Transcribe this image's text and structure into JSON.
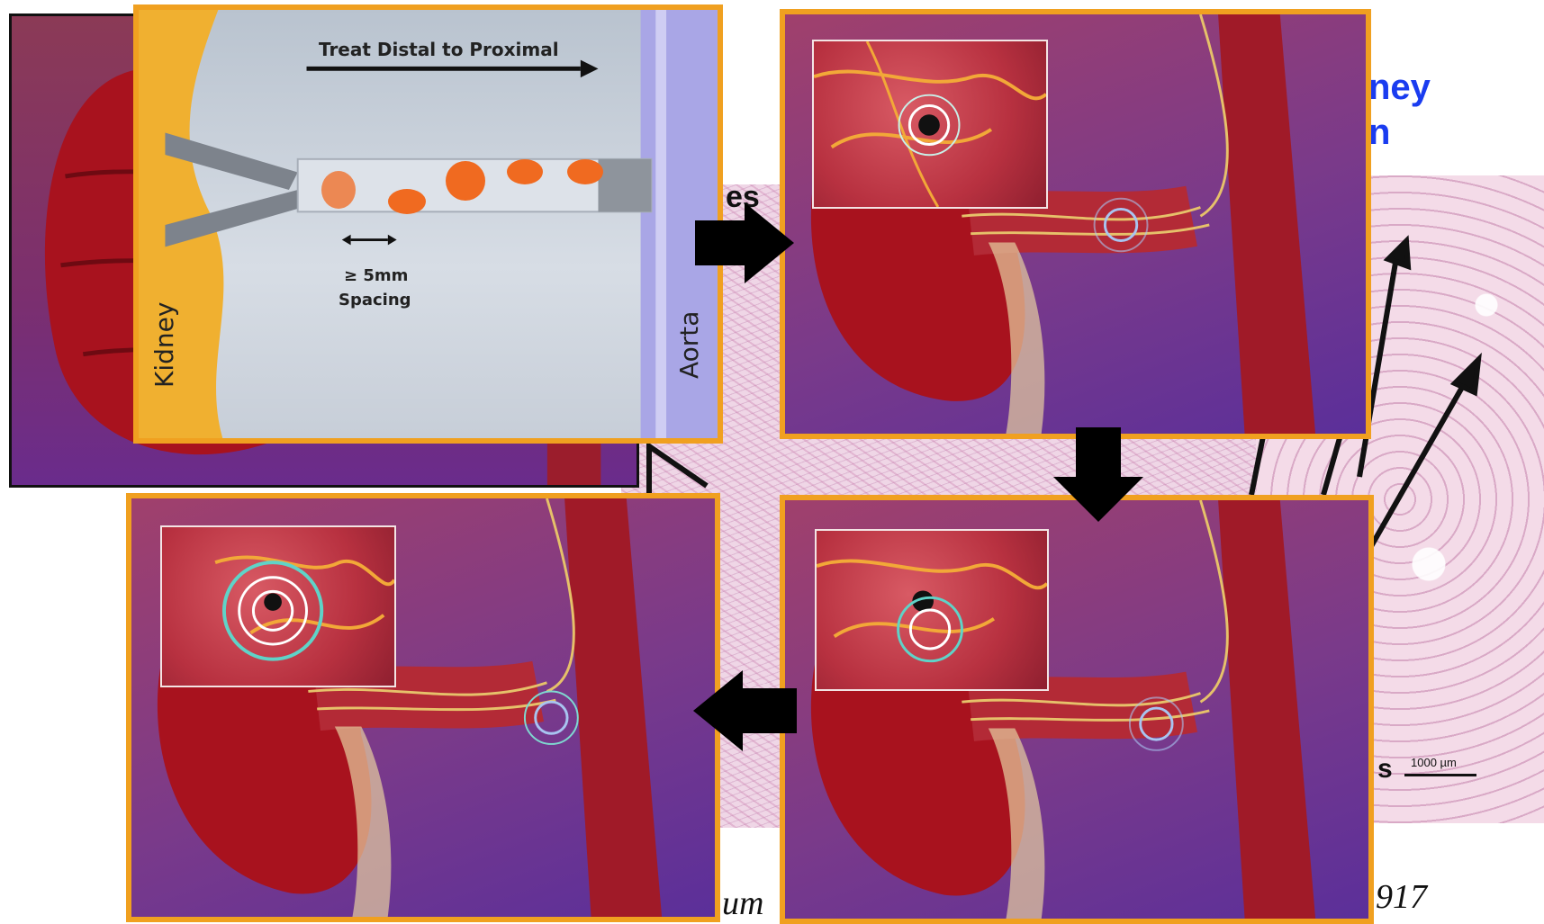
{
  "background": {
    "partial_text_top_right_line1": "ney",
    "partial_text_top_right_line2": "n",
    "partial_text_mid_left": "es",
    "scale_bar_label": "1000 µm",
    "partial_text_scale_left": "s",
    "footer_left_fragment": "um",
    "footer_right_fragment": "917"
  },
  "schematic": {
    "direction_label": "Treat Distal to Proximal",
    "spacing_symbol": "≥ 5mm",
    "spacing_label": "Spacing",
    "left_label": "Kidney",
    "right_label": "Aorta"
  },
  "colors": {
    "panel_border": "#f0a020",
    "ablation_spot": "#f06a20",
    "text_blue": "#1a3cf0"
  },
  "arrows": [
    "arrow-right",
    "arrow-down",
    "arrow-left"
  ]
}
